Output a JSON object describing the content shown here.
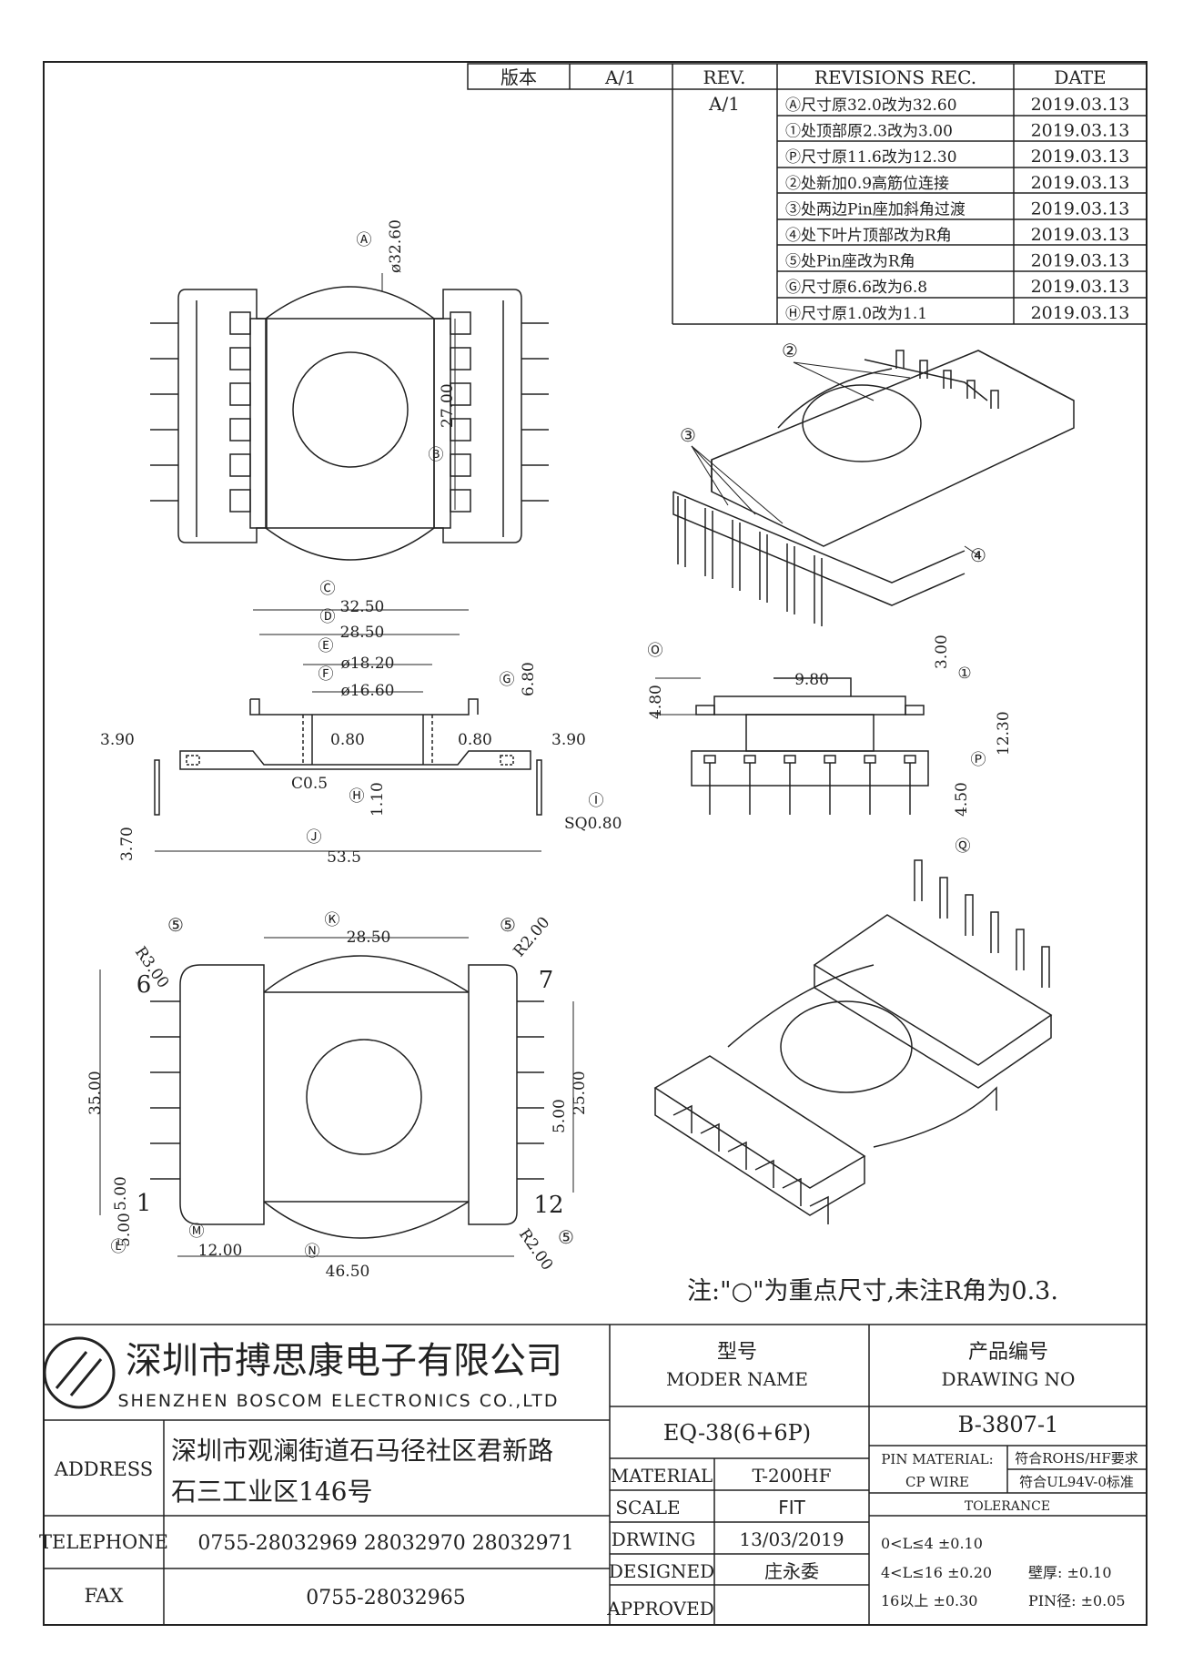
{
  "revision_table": {
    "header": {
      "version_label": "版本",
      "version_value": "A/1",
      "rev": "REV.",
      "rec": "REVISIONS REC.",
      "date": "DATE"
    },
    "rev_value": "A/1",
    "rows": [
      {
        "text": "Ⓐ尺寸原32.0改为32.60",
        "date": "2019.03.13"
      },
      {
        "text": "①处顶部原2.3改为3.00",
        "date": "2019.03.13"
      },
      {
        "text": "Ⓟ尺寸原11.6改为12.30",
        "date": "2019.03.13"
      },
      {
        "text": "②处新加0.9高筋位连接",
        "date": "2019.03.13"
      },
      {
        "text": "③处两边Pin座加斜角过渡",
        "date": "2019.03.13"
      },
      {
        "text": "④处下叶片顶部改为R角",
        "date": "2019.03.13"
      },
      {
        "text": "⑤处Pin座改为R角",
        "date": "2019.03.13"
      },
      {
        "text": "Ⓖ尺寸原6.6改为6.8",
        "date": "2019.03.13"
      },
      {
        "text": "Ⓗ尺寸原1.0改为1.1",
        "date": "2019.03.13"
      }
    ]
  },
  "drawing": {
    "top_view": {
      "markA": "Ⓐ",
      "dimA": "ø32.60",
      "markB": "Ⓑ",
      "dimB": "27.00"
    },
    "front_view": {
      "C": "Ⓒ",
      "dimC": "32.50",
      "D": "Ⓓ",
      "dimD": "28.50",
      "E": "Ⓔ",
      "dimE": "ø18.20",
      "F": "Ⓕ",
      "dimF": "ø16.60",
      "G": "Ⓖ",
      "dimG": "6.80",
      "left_390": "3.90",
      "right_390": "3.90",
      "left_080": "0.80",
      "right_080": "0.80",
      "c05": "C0.5",
      "H": "Ⓗ",
      "dimH": "1.10",
      "I": "Ⓘ",
      "dimI": "SQ0.80",
      "dim370": "3.70",
      "J": "Ⓙ",
      "dimJ": "53.5"
    },
    "side_view": {
      "O": "Ⓞ",
      "dimO": "4.80",
      "dim980": "9.80",
      "dim300": "3.00",
      "mark1": "①",
      "dimP": "12.30",
      "P": "Ⓟ",
      "dimQ": "4.50",
      "Q": "Ⓠ"
    },
    "bottom_view": {
      "r3": "R3.00",
      "m5a": "⑤",
      "K": "Ⓚ",
      "dimK": "28.50",
      "m5b": "⑤",
      "r2a": "R2.00",
      "pin6": "6",
      "pin7": "7",
      "pin1": "1",
      "pin12": "12",
      "dim35": "35.00",
      "dim25": "25.00",
      "dim5a": "5.00",
      "dim5b": "5.00",
      "dim5c": "5.00",
      "L": "Ⓛ",
      "M": "Ⓜ",
      "dim12": "12.00",
      "N": "Ⓝ",
      "dim465": "46.50",
      "r2b": "R2.00",
      "m5c": "⑤"
    },
    "iso_view": {
      "c2": "②",
      "c3": "③",
      "c4": "④"
    },
    "note": "注:\"○\"为重点尺寸,未注R角为0.3."
  },
  "title_block": {
    "company_cn": "深圳市搏思康电子有限公司",
    "company_en": "SHENZHEN BOSCOM ELECTRONICS CO.,LTD",
    "model_label_cn": "型号",
    "model_label_en": "MODER NAME",
    "model_value": "EQ-38(6+6P)",
    "drawing_no_label_cn": "产品编号",
    "drawing_no_label_en": "DRAWING NO",
    "drawing_no_value": "B-3807-1",
    "address_label": "ADDRESS",
    "address_line1": "深圳市观澜街道石马径社区君新路",
    "address_line2": "石三工业区146号",
    "telephone_label": "TELEPHONE",
    "telephone_value": "0755-28032969 28032970 28032971",
    "fax_label": "FAX",
    "fax_value": "0755-28032965",
    "material_label": "MATERIAL",
    "material_value": "T-200HF",
    "scale_label": "SCALE",
    "scale_value": "FIT",
    "drawing_label": "DRWING",
    "drawing_date": "13/03/2019",
    "designed_label": "DESIGNED",
    "designed_value": "庄永委",
    "approved_label": "APPROVED",
    "pin_material_label": "PIN MATERIAL:",
    "pin_material_value": "CP WIRE",
    "rohs": "符合ROHS/HF要求",
    "ul": "符合UL94V-0标准",
    "tolerance_label": "TOLERANCE",
    "tol1": "0<L≤4 ±0.10",
    "tol2": "4<L≤16 ±0.20",
    "tol3": "16以上 ±0.30",
    "wall": "壁厚: ±0.10",
    "pin_dia": "PIN径: ±0.05"
  }
}
